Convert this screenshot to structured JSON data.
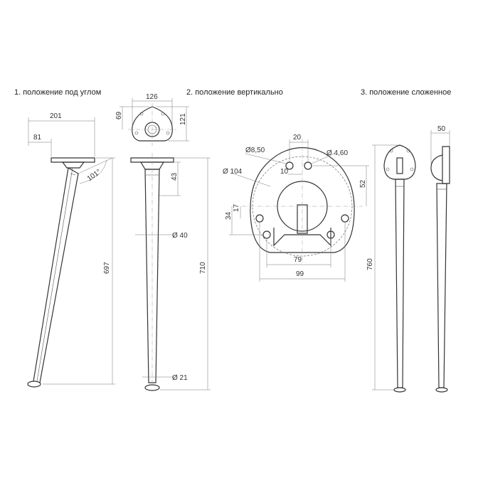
{
  "captions": {
    "angled": "1.  положение под углом",
    "vertical": "2. положение вертикально",
    "folded": "3.  положение сложенное"
  },
  "dims": {
    "top_width_201": "201",
    "offset_81": "81",
    "angle_101": "101°",
    "height_697": "697",
    "plate_126": "126",
    "plate_69": "69",
    "plate_121": "121",
    "d40": "Ø 40",
    "len_43": "43",
    "height_710": "710",
    "d21": "Ø 21",
    "hole_d850": "Ø8,50",
    "dim_20": "20",
    "hole_d460": "Ø 4,60",
    "d104": "Ø 104",
    "dim_10": "10",
    "dim_52": "52",
    "dim_17": "17",
    "dim_34": "34",
    "dim_79": "79",
    "dim_99": "99",
    "folded_50": "50",
    "height_760": "760"
  }
}
